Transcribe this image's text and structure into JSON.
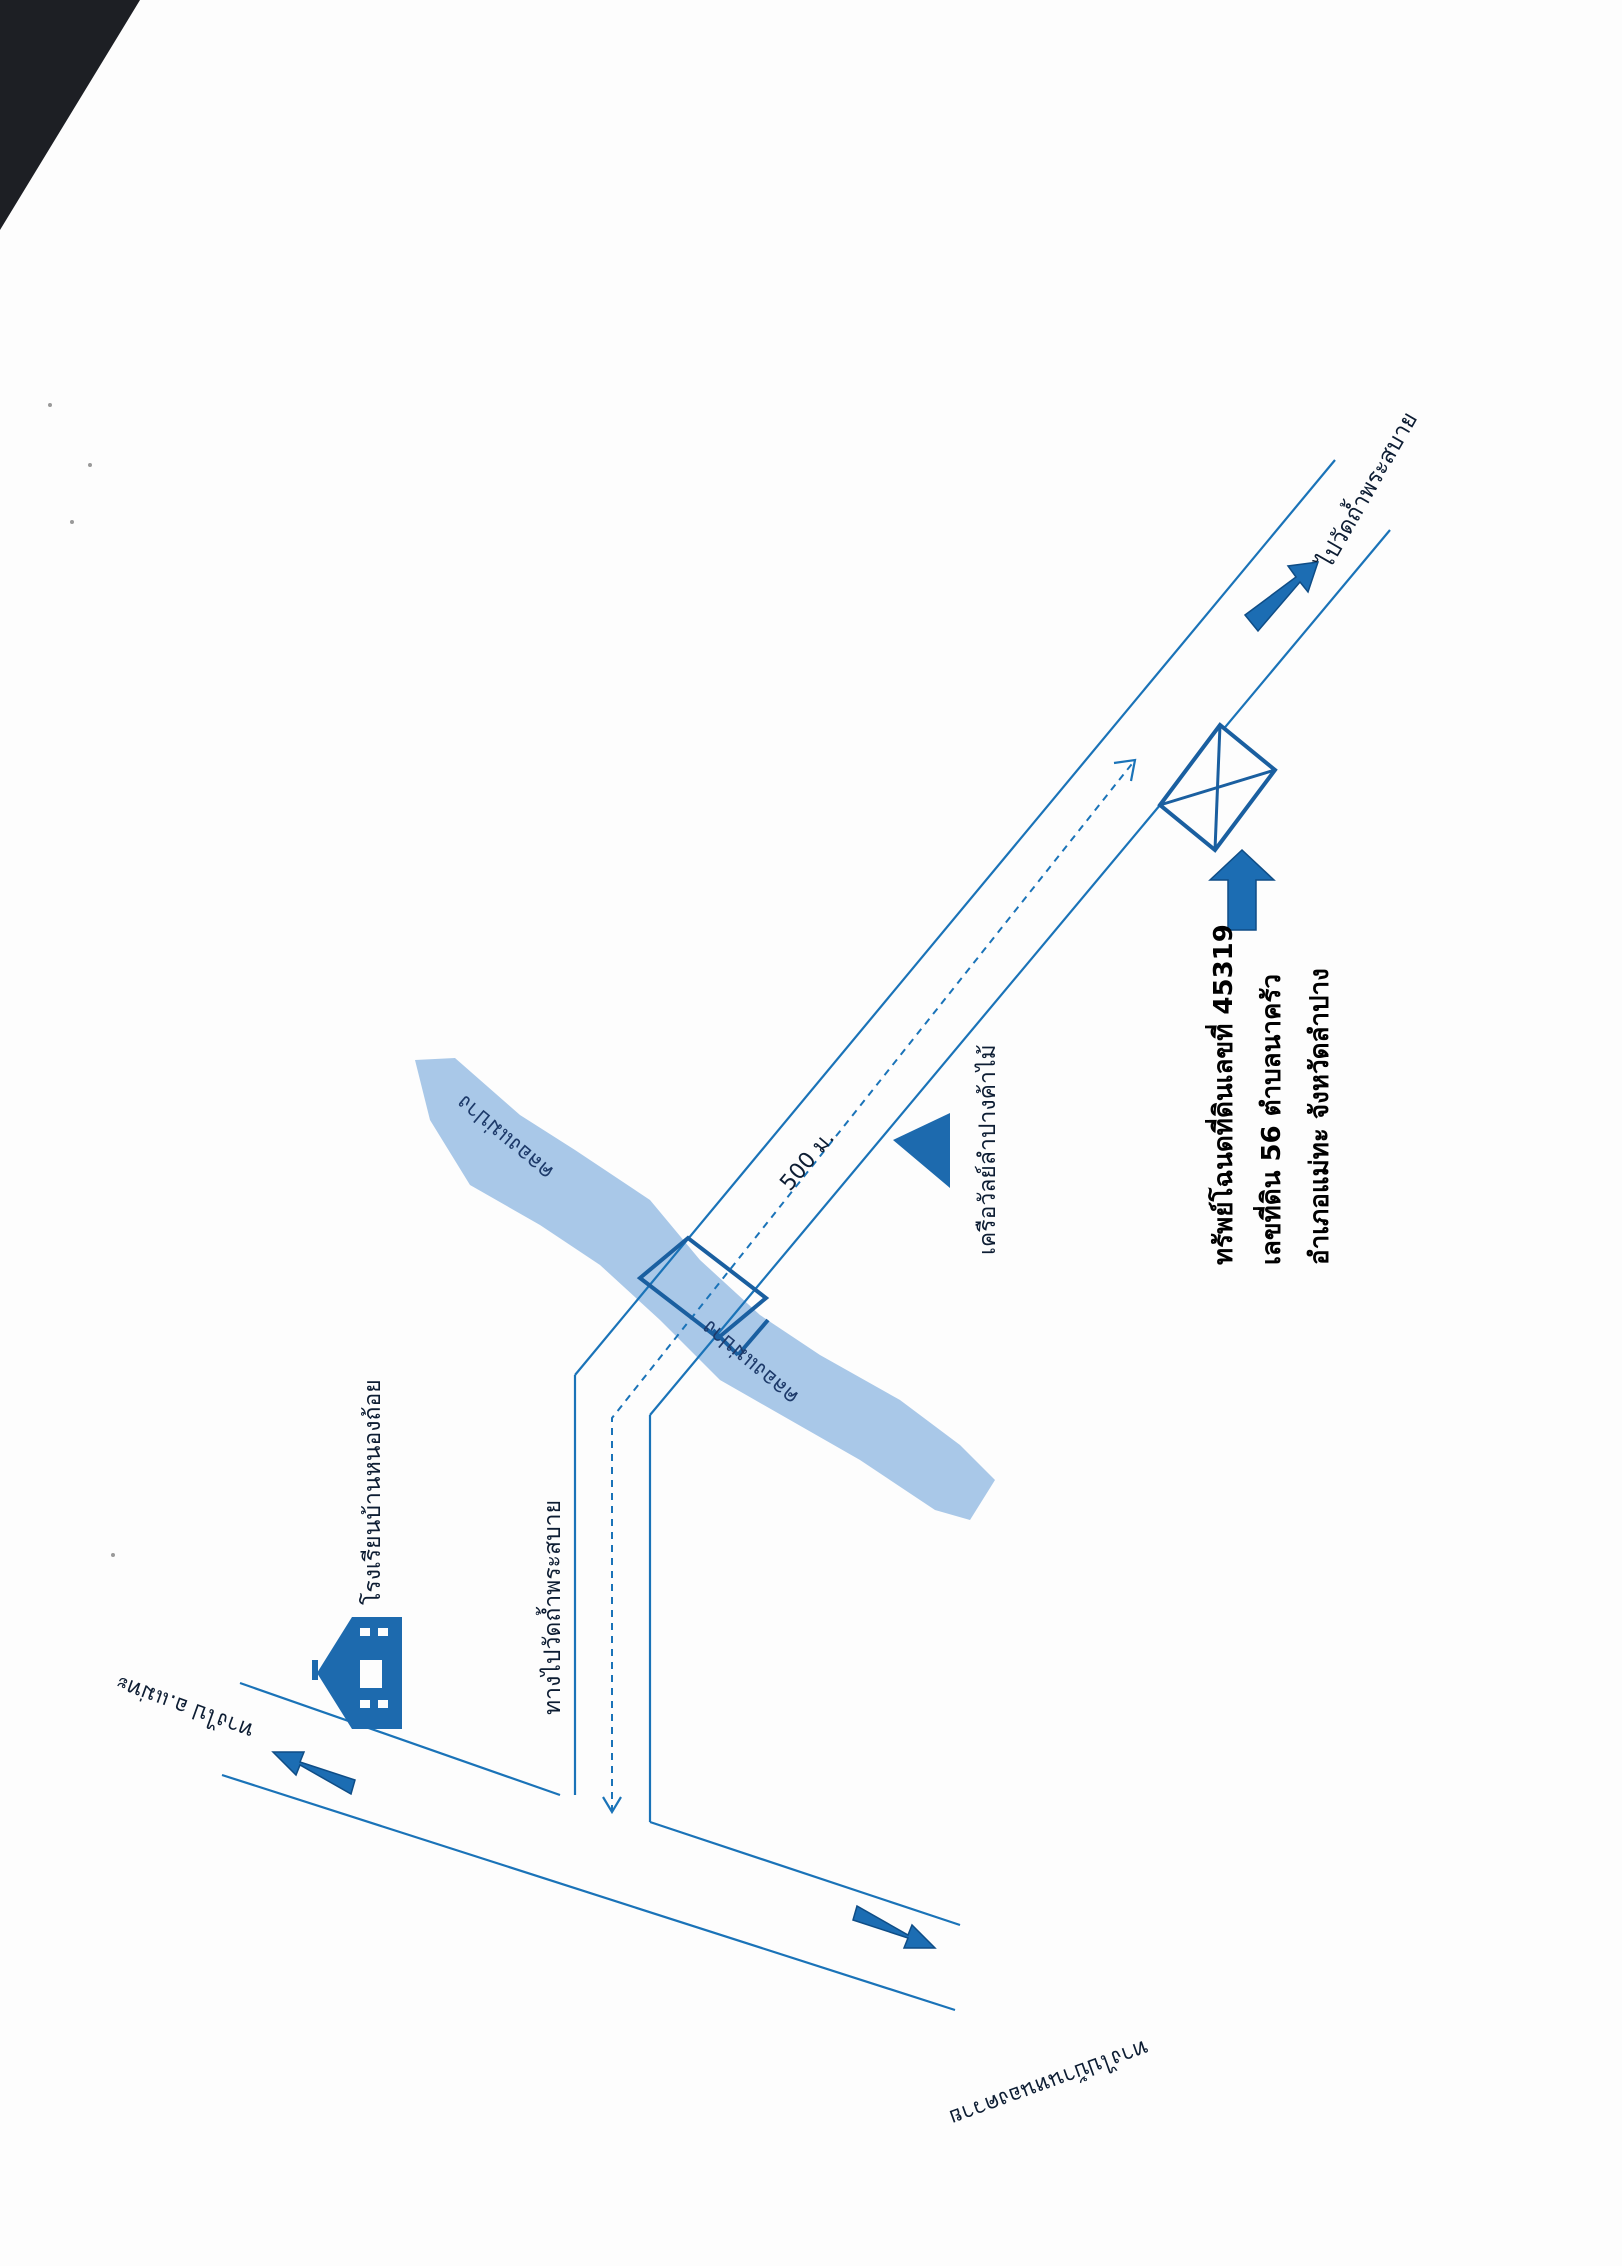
{
  "labels": {
    "to_wat_tham_top": "ไปวัดถ้ำพระสบาย",
    "to_wat_tham_side": "ทางไปวัดถ้ำพระสบาย",
    "distance": "500 ม.",
    "canal_1": "คลองแม่ปาง",
    "canal_2": "คลองแม่ปาง",
    "cooperative": "เครือวัลย์ลำปางค้าไม้",
    "school": "โรงเรียนบ้านหนองถ้อย",
    "to_amphoe_mae_tha": "ทางไป อ.แม่ทะ",
    "to_ban_nong_khwai": "ทางไปบ้านหนองควาย",
    "property_line_1": "ทรัพย์โฉนดที่ดินเลขที่  45319",
    "property_line_2": "เลขที่ดิน  56  ตำบลนาครัว",
    "property_line_3": "อำเภอแม่ทะ  จังหวัดลำปาง"
  },
  "colors": {
    "road": "#1a73b8",
    "canal": "#a9c8e8",
    "arrow": "#1c6db3",
    "marker": "#1a5fa0",
    "triangle": "#1d6aae"
  },
  "icons": [
    "school-building-icon",
    "triangle-landmark-icon",
    "property-box-icon",
    "direction-arrow-icon"
  ]
}
